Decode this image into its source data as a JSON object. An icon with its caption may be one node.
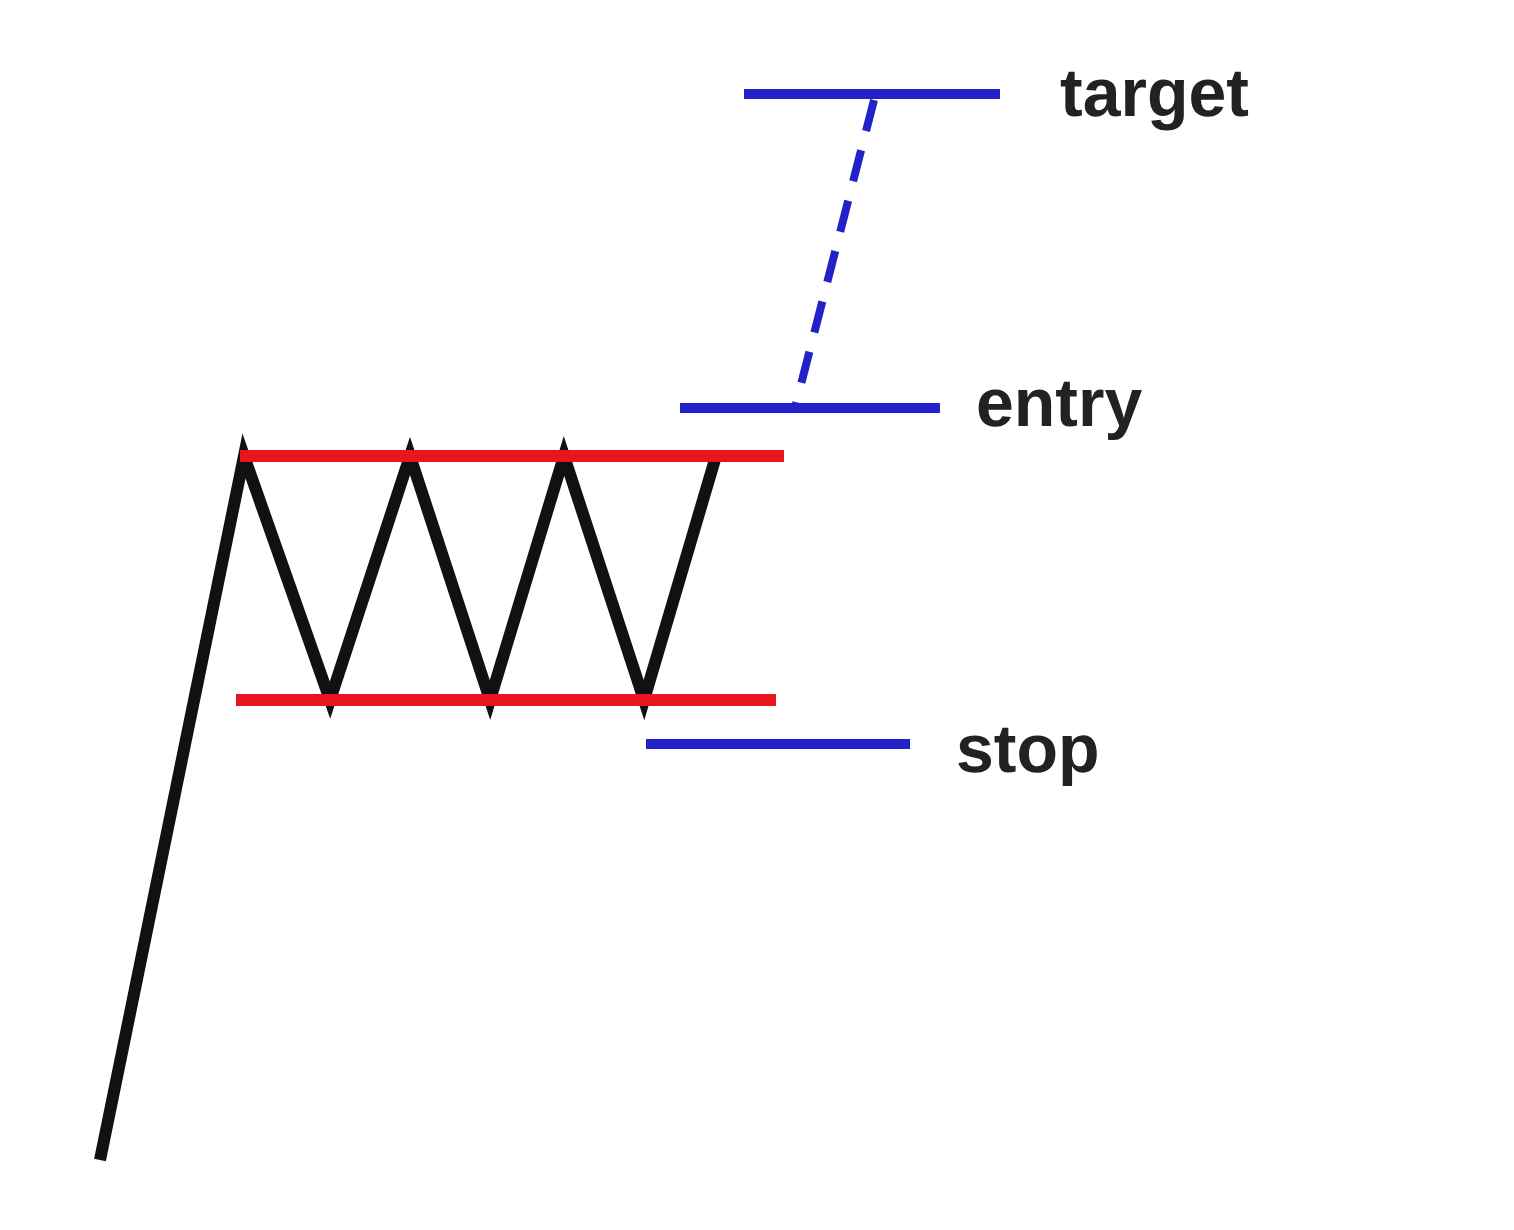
{
  "diagram": {
    "labels": [
      "target",
      "entry",
      "stop"
    ]
  }
}
